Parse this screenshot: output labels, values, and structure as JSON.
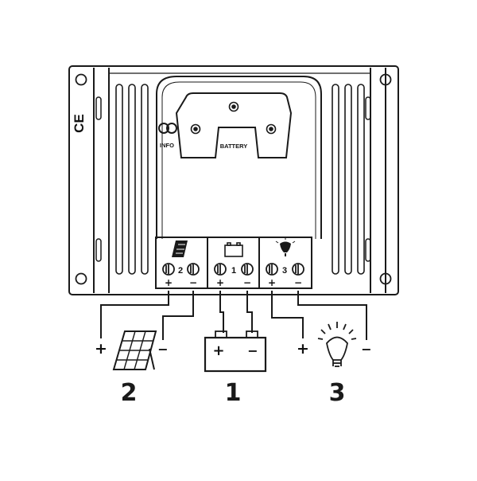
{
  "device": {
    "ce_mark": "CE",
    "info_label": "INFO",
    "battery_label": "BATTERY"
  },
  "terminals": {
    "solar_number": "2",
    "battery_number": "1",
    "load_number": "3",
    "plus": "+",
    "minus": "−"
  },
  "wiring": {
    "solar_plus": "+",
    "solar_minus": "−",
    "battery_plus": "+",
    "battery_minus": "−",
    "load_plus": "+",
    "load_minus": "−"
  },
  "labels": {
    "solar": "2",
    "battery": "1",
    "load": "3"
  },
  "icons": [
    "solar-panel-icon",
    "battery-icon",
    "light-bulb-icon",
    "info-button-icon",
    "screw-icon"
  ]
}
